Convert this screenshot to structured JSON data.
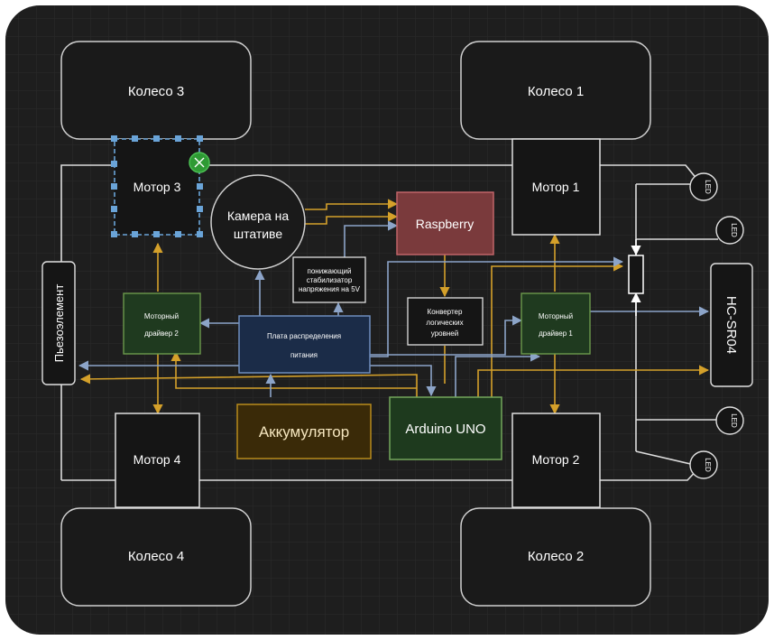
{
  "diagram": {
    "wheels": {
      "wheel3": "Колесо 3",
      "wheel1": "Колесо 1",
      "wheel4": "Колесо 4",
      "wheel2": "Колесо 2"
    },
    "motors": {
      "motor3": "Мотор 3",
      "motor1": "Мотор 1",
      "motor4": "Мотор 4",
      "motor2": "Мотор 2"
    },
    "camera": [
      "Камера на",
      "штативе"
    ],
    "raspberry": "Raspberry",
    "stabilizer": [
      "понижающий",
      "стабилизатор",
      "напряжения на 5V"
    ],
    "converter": [
      "Конвертер",
      "логических",
      "уровней"
    ],
    "driver2": [
      "Моторный",
      "драйвер 2"
    ],
    "driver1": [
      "Моторный",
      "драйвер 1"
    ],
    "power_board": [
      "Плата распределения",
      "питания"
    ],
    "battery": "Аккумулятор",
    "arduino": "Arduino UNO",
    "piezo": "Пьезоэлемент",
    "sensor": "HC-SR04",
    "led_label": "LED",
    "colors": {
      "background": "#1e1e1e",
      "grid": "#2c2c2c",
      "node_fill": "#1a1a1a",
      "node_border": "#e0e0e0",
      "raspberry_fill": "#7a3a3c",
      "raspberry_border": "#c06468",
      "driver_fill": "#1f3a1f",
      "driver_border": "#6b9a4c",
      "power_fill": "#1b2c48",
      "power_border": "#6e8dbd",
      "battery_fill": "#3a2a08",
      "battery_border": "#b88b1c",
      "battery_text": "#f5e6bf",
      "arduino_fill": "#1e3a1e",
      "arduino_border": "#74a65c",
      "orange_line": "#d4a02a",
      "blue_line": "#8ca4c8",
      "white_line": "#dcdcdc",
      "selection": "#6aa4d8",
      "handle": "#2e9a34"
    }
  }
}
